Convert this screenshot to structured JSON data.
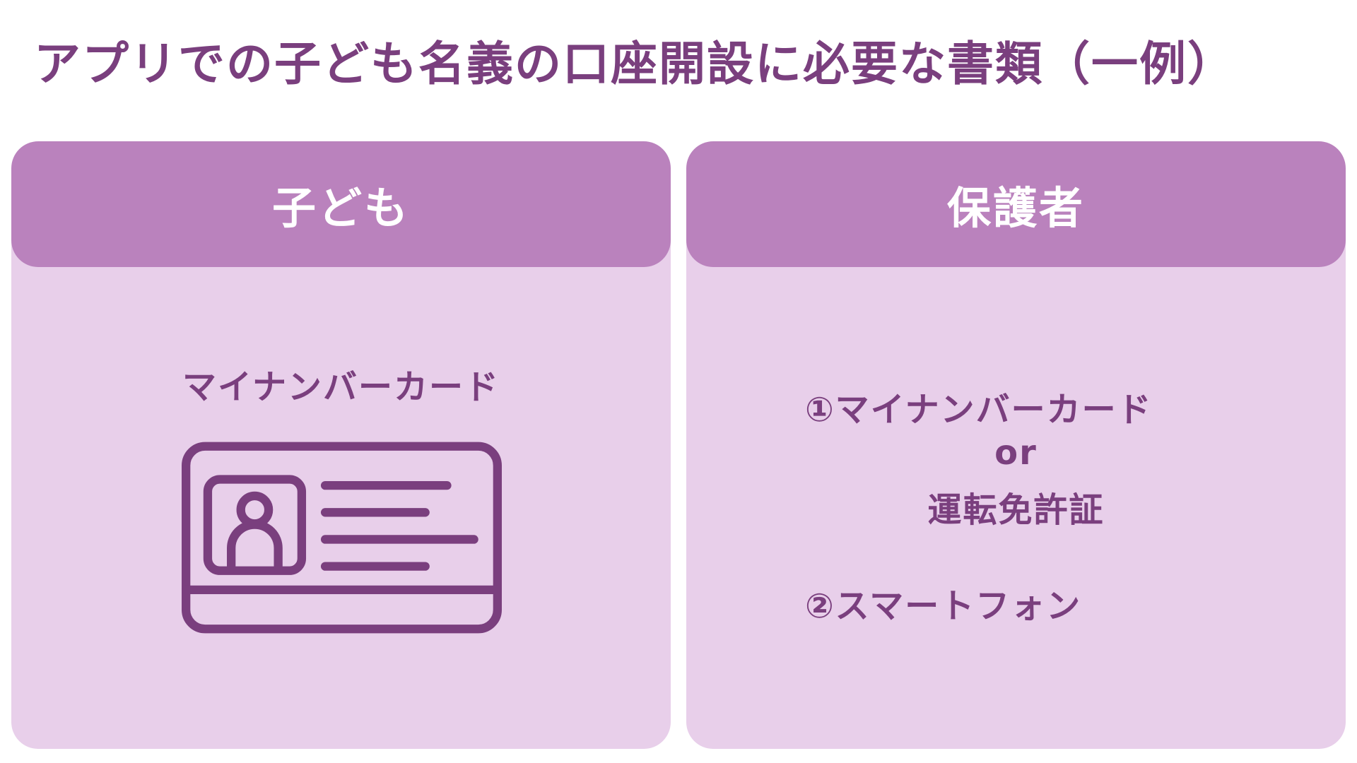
{
  "title": "アプリでの子ども名義の口座開設に必要な書類（一例）",
  "panels": {
    "child": {
      "header": "子ども",
      "document": "マイナンバーカード",
      "icon": "id-card-icon"
    },
    "guardian": {
      "header": "保護者",
      "items": [
        "①マイナンバーカード",
        "or",
        "運転免許証",
        "②スマートフォン"
      ]
    }
  },
  "colors": {
    "title": "#7a3f7e",
    "header_bg": "#ba82bd",
    "panel_bg": "#e8cfea",
    "text": "#7a3f7e",
    "header_text": "#ffffff"
  }
}
